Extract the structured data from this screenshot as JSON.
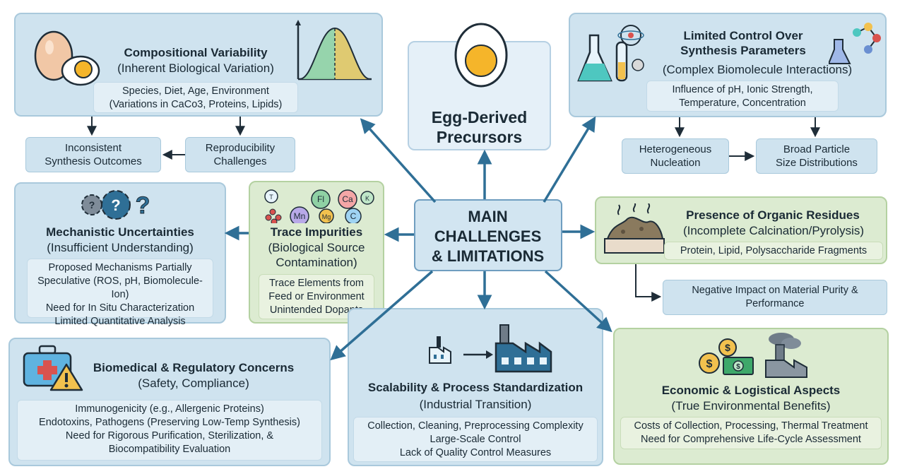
{
  "center": {
    "lines": [
      "MAIN",
      "CHALLENGES",
      "& LIMITATIONS"
    ]
  },
  "egg": {
    "lines": [
      "Egg-Derived",
      "Precursors"
    ]
  },
  "compositional": {
    "title": "Compositional Variability",
    "subtitle": "(Inherent Biological Variation)",
    "details": [
      "Species, Diet, Age, Environment",
      "(Variations in CaCo3, Proteins, Lipids)"
    ]
  },
  "inconsistent": {
    "lines": [
      "Inconsistent",
      "Synthesis Outcomes"
    ]
  },
  "reproducibility": {
    "lines": [
      "Reproducibility",
      "Challenges"
    ]
  },
  "limited_control": {
    "title_lines": [
      "Limited Control Over",
      "Synthesis Parameters"
    ],
    "subtitle": "(Complex Biomolecule Interactions)",
    "details": [
      "Influence of pH, Ionic Strength,",
      "Temperature, Concentration"
    ]
  },
  "heterogeneous": {
    "lines": [
      "Heterogeneous",
      "Nucleation"
    ]
  },
  "broad": {
    "lines": [
      "Broad Particle",
      "Size Distributions"
    ]
  },
  "mechanistic": {
    "title": "Mechanistic Uncertainties",
    "subtitle": "(Insufficient Understanding)",
    "details": [
      "Proposed Mechanisms Partially",
      "Speculative (ROS, pH, Biomolecule-Ion)",
      "Need for In Situ Characterization",
      "Limited Quantitative Analysis"
    ]
  },
  "trace": {
    "title": "Trace Impurities",
    "subtitle_lines": [
      "(Biological Source",
      "Contamination)"
    ],
    "details": [
      "Trace Elements from",
      "Feed or Environment",
      "Unintended Dopants"
    ],
    "elements": [
      "T",
      "Fl",
      "Ca",
      "K",
      "Mn",
      "Mg",
      "C"
    ]
  },
  "organic": {
    "title": "Presence of Organic Residues",
    "subtitle": "(Incomplete Calcination/Pyrolysis)",
    "details": [
      "Protein, Lipid, Polysaccharide Fragments"
    ]
  },
  "negative": {
    "lines": [
      "Negative Impact on Material Purity &",
      "Performance"
    ]
  },
  "biomedical": {
    "title": "Biomedical & Regulatory Concerns",
    "subtitle": "(Safety, Compliance)",
    "details": [
      "Immunogenicity (e.g., Allergenic Proteins)",
      "Endotoxins, Pathogens (Preserving Low-Temp Synthesis)",
      "Need for Rigorous Purification, Sterilization, &",
      "Biocompatibility Evaluation"
    ]
  },
  "scalability": {
    "title": "Scalability & Process Standardization",
    "subtitle": "(Industrial Transition)",
    "details": [
      "Collection, Cleaning, Preprocessing Complexity",
      "Large-Scale Control",
      "Lack of Quality Control Measures"
    ]
  },
  "economic": {
    "title": "Economic & Logistical Aspects",
    "subtitle": "(True Environmental Benefits)",
    "details": [
      "Costs of Collection, Processing, Thermal Treatment",
      "Need for Comprehensive Life-Cycle Assessment"
    ]
  },
  "colors": {
    "accent": "#2f6f96",
    "blue_box": "#cfe3ef",
    "green_box": "#dcebd1"
  }
}
